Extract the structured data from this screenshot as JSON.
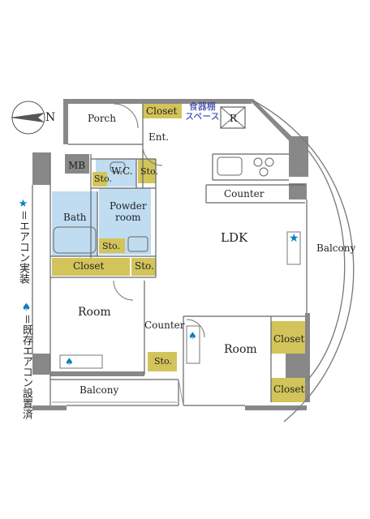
{
  "compass": {
    "north_label": "N"
  },
  "rooms": {
    "porch": "Porch",
    "closet_top": "Closet",
    "shokkidana": "食器棚",
    "space": "スペース",
    "refrigerator": "R",
    "entrance": "Ent.",
    "mb": "MB",
    "wc": "W.C.",
    "sto_wc": "Sto.",
    "sto_hall": "Sto.",
    "bath": "Bath",
    "powder_room_1": "Powder",
    "powder_room_2": "room",
    "sto_powder": "Sto.",
    "closet_mid": "Closet",
    "sto_mid": "Sto.",
    "counter_kitchen": "Counter",
    "ldk": "LDK",
    "balcony_right": "Balcony",
    "room_left": "Room",
    "counter_mid": "Counter",
    "sto_low": "Sto.",
    "room_right": "Room",
    "closet_right_top": "Closet",
    "closet_right_bottom": "Closet",
    "balcony_bottom": "Balcony"
  },
  "legend": {
    "star_mark": "★",
    "star_text": "＝エアコン実装",
    "drop_mark": "♠",
    "drop_text": "＝既存エアコン設置済"
  },
  "colors": {
    "wall": "#888888",
    "closet_fill": "#d2c45a",
    "wet_fill": "#bfdcf0",
    "aircon": "#0a7fc0"
  }
}
